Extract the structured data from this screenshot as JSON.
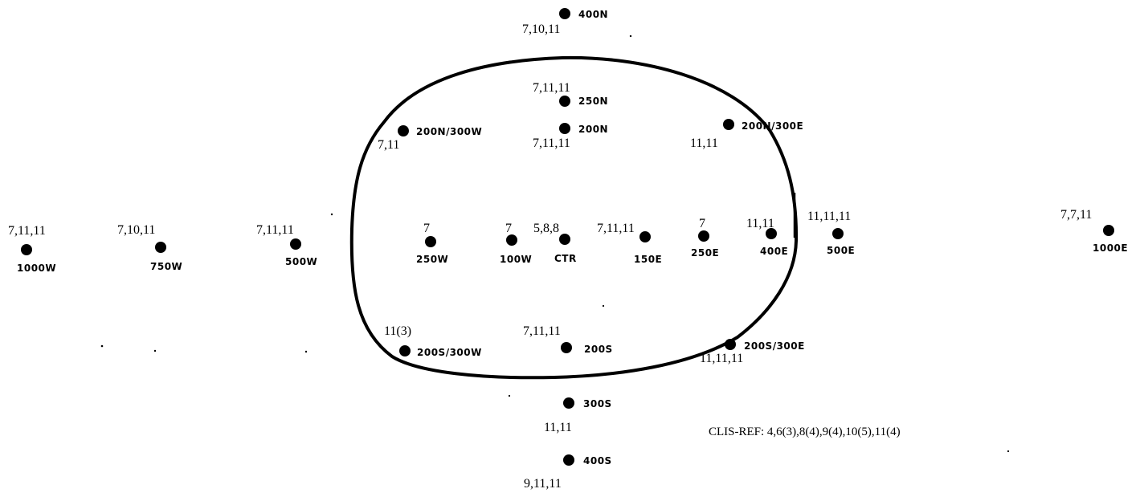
{
  "stations": [
    {
      "id": "400n",
      "name": "400N",
      "codes": "7,10,11"
    },
    {
      "id": "250n",
      "name": "250N",
      "codes": "7,11,11"
    },
    {
      "id": "200n-300w",
      "name": "200N/300W",
      "codes": "7,11"
    },
    {
      "id": "200n",
      "name": "200N",
      "codes": "7,11,11"
    },
    {
      "id": "200n-300e",
      "name": "200N/300E",
      "codes": "11,11"
    },
    {
      "id": "1000w",
      "name": "1000W",
      "codes": "7,11,11"
    },
    {
      "id": "750w",
      "name": "750W",
      "codes": "7,10,11"
    },
    {
      "id": "500w",
      "name": "500W",
      "codes": "7,11,11"
    },
    {
      "id": "250w",
      "name": "250W",
      "codes": "7"
    },
    {
      "id": "100w",
      "name": "100W",
      "codes": "7"
    },
    {
      "id": "ctr",
      "name": "CTR",
      "codes": "5,8,8"
    },
    {
      "id": "150e",
      "name": "150E",
      "codes": "7,11,11"
    },
    {
      "id": "250e",
      "name": "250E",
      "codes": "7"
    },
    {
      "id": "400e",
      "name": "400E",
      "codes": "11,11"
    },
    {
      "id": "500e",
      "name": "500E",
      "codes": "11,11,11"
    },
    {
      "id": "1000e",
      "name": "1000E",
      "codes": "7,7,11"
    },
    {
      "id": "200s-300w",
      "name": "200S/300W",
      "codes": "11(3)"
    },
    {
      "id": "200s",
      "name": "200S",
      "codes": "7,11,11"
    },
    {
      "id": "200s-300e",
      "name": "200S/300E",
      "codes": "11,11,11"
    },
    {
      "id": "300s",
      "name": "300S",
      "codes": "11,11"
    },
    {
      "id": "400s",
      "name": "400S",
      "codes": "9,11,11"
    }
  ],
  "reference": "CLIS-REF: 4,6(3),8(4),9(4),10(5),11(4)"
}
